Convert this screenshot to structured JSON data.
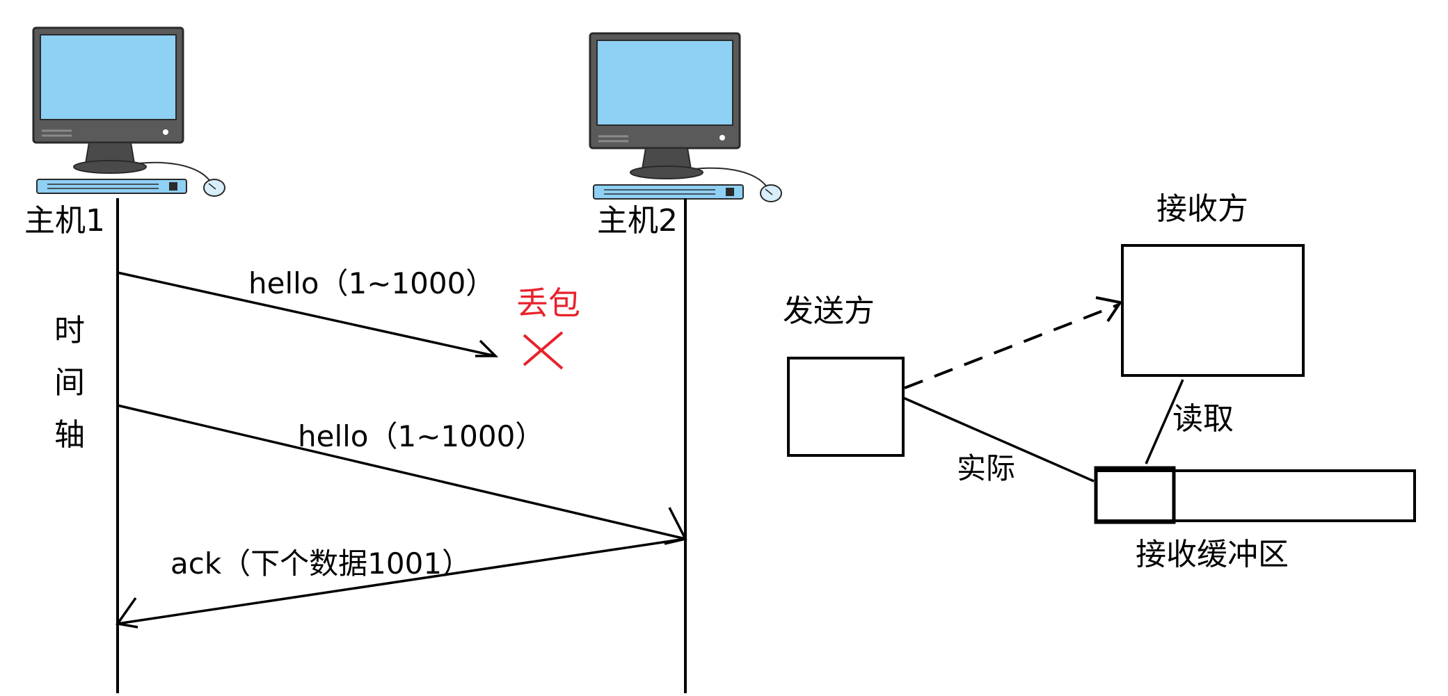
{
  "hosts": {
    "host1": "主机1",
    "host2": "主机2"
  },
  "time_axis": [
    "时",
    "间",
    "轴"
  ],
  "messages": {
    "first": "hello（1~1000）",
    "second": "hello（1~1000）",
    "ack": "ack（下个数据1001）"
  },
  "loss_label": "丢包",
  "buffer_diagram": {
    "receiver": "接收方",
    "sender": "发送方",
    "read": "读取",
    "actual": "实际",
    "receive_buffer": "接收缓冲区"
  },
  "colors": {
    "line": "#000000",
    "loss": "#e8212b",
    "screen": "#8fd0f5",
    "monitor": "#555555"
  }
}
